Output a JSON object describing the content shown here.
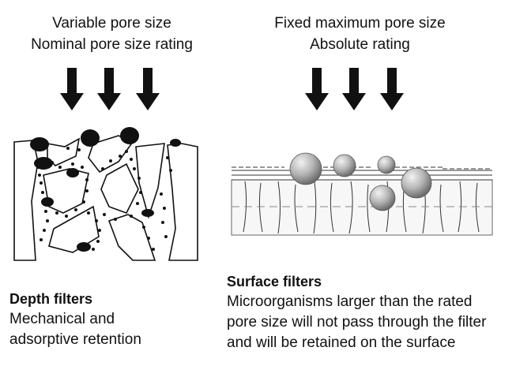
{
  "depth": {
    "header_line1": "Variable pore size",
    "header_line2": "Nominal pore size rating",
    "title": "Depth filters",
    "desc_line1": "Mechanical and",
    "desc_line2": "adsorptive retention"
  },
  "surface": {
    "header_line1": "Fixed maximum pore size",
    "header_line2": "Absolute rating",
    "title": "Surface filters",
    "desc_line1": "Microorganisms larger than the rated",
    "desc_line2": "pore size will not pass through the filter",
    "desc_line3": "and will be retained on the surface"
  },
  "colors": {
    "ink": "#111111",
    "sphere_light": "#e6e6e6",
    "sphere_dark": "#7a7a7a"
  }
}
